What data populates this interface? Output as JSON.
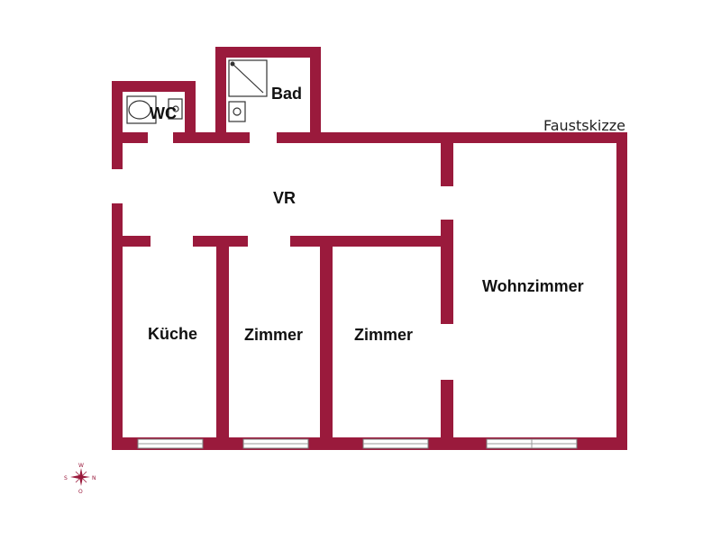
{
  "colors": {
    "wall": "#9a1a3c",
    "background": "#ffffff",
    "fixture": "#333333"
  },
  "note": "Faustskizze",
  "rooms": {
    "bad": "Bad",
    "wc": "WC",
    "vr": "VR",
    "kueche": "Küche",
    "zimmer_1": "Zimmer",
    "zimmer_2": "Zimmer",
    "wohnzimmer": "Wohnzimmer"
  },
  "compass": {
    "north": "N",
    "south": "S",
    "west": "W",
    "east": "O"
  },
  "icons": [
    "shower-icon",
    "toilet-icon",
    "sink-icon",
    "window-icon",
    "compass-rose-icon"
  ]
}
